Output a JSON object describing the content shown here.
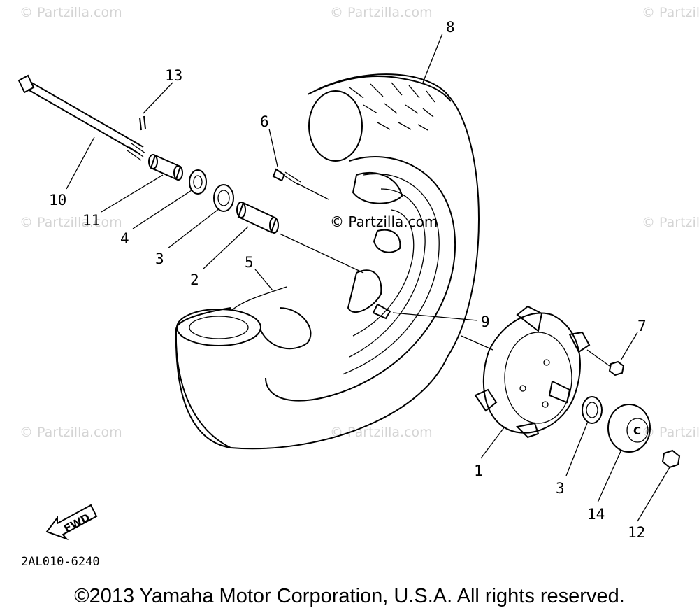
{
  "watermark": "© Partzilla.com",
  "diagram_code": "2AL010-6240",
  "fwd_label": "FWD",
  "callouts": {
    "c1": "1",
    "c2": "2",
    "c3a": "3",
    "c3b": "3",
    "c4": "4",
    "c5": "5",
    "c6": "6",
    "c7": "7",
    "c8": "8",
    "c9": "9",
    "c10": "10",
    "c11": "11",
    "c12": "12",
    "c13": "13",
    "c14": "14"
  },
  "copyright": "©2013 Yamaha Motor Corporation, U.S.A. All rights reserved."
}
